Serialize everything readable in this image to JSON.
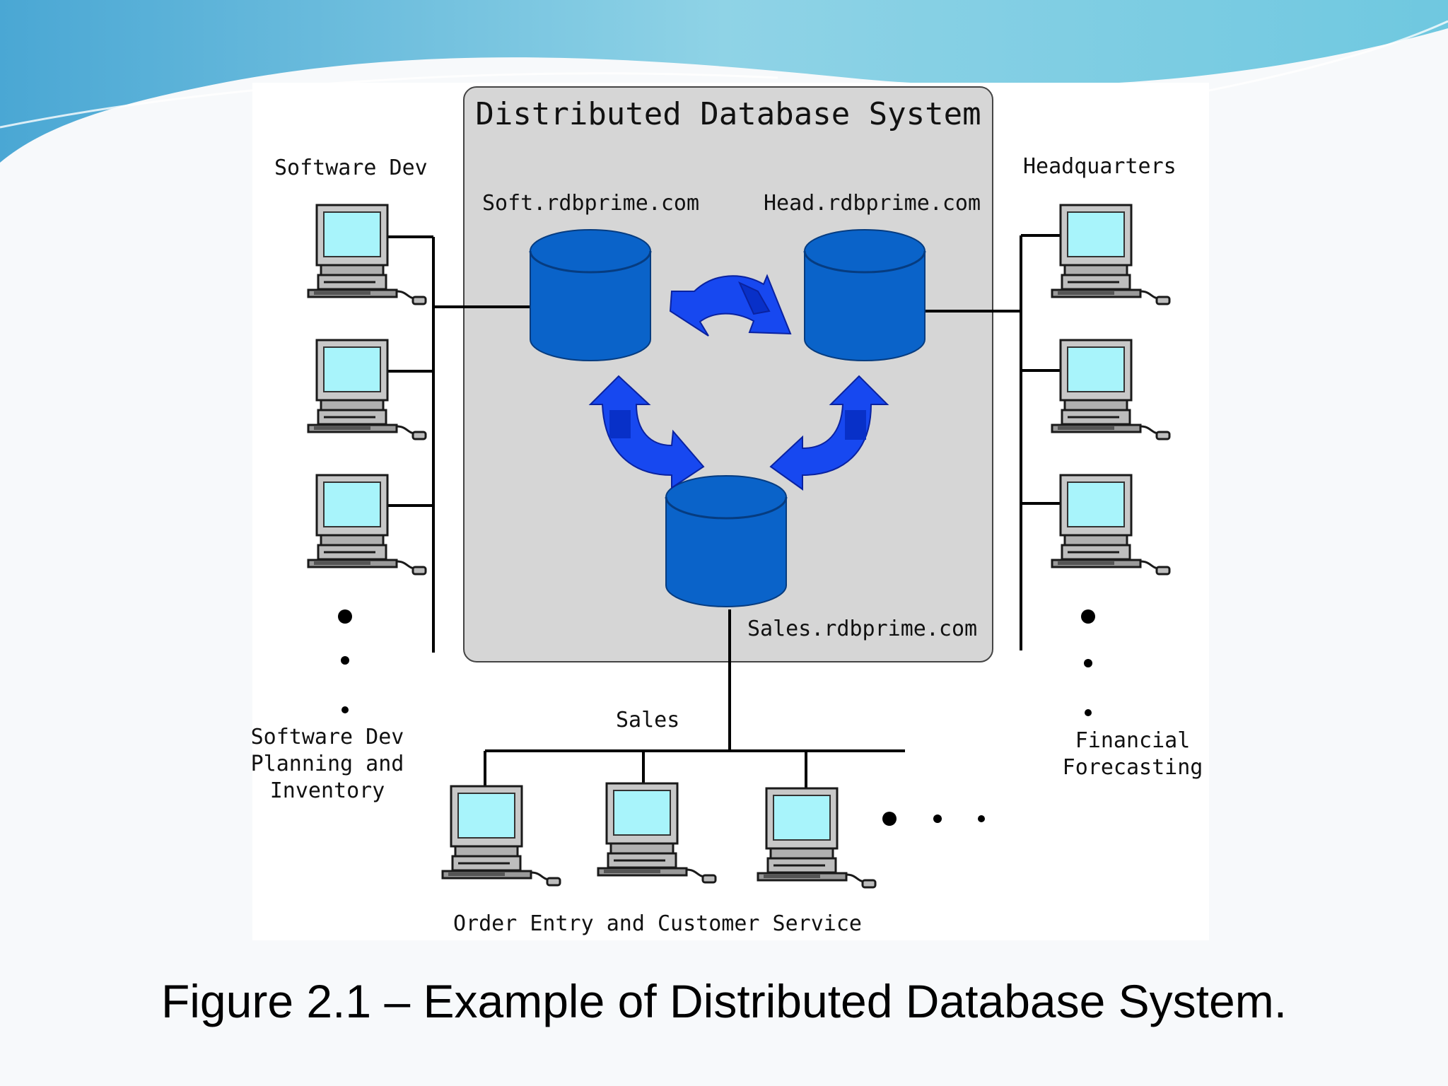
{
  "diagram": {
    "title": "Distributed Database System",
    "databases": {
      "soft": "Soft.rdbprime.com",
      "head": "Head.rdbprime.com",
      "sales": "Sales.rdbprime.com"
    },
    "groups": {
      "software_dev": "Software Dev",
      "headquarters": "Headquarters",
      "sales": "Sales",
      "software_dev_planning": [
        "Software Dev",
        "Planning and",
        "Inventory"
      ],
      "financial": [
        "Financial",
        "Forecasting"
      ],
      "order_entry": "Order Entry and Customer Service"
    }
  },
  "caption": "Figure 2.1 – Example of Distributed Database System.",
  "colors": {
    "database_blue": "#0a63c9",
    "arrow_blue": "#1748f0",
    "screen_cyan": "#a8f4fb",
    "system_box_gray": "#d6d6d6",
    "banner_blue": "#5fb3d6"
  }
}
